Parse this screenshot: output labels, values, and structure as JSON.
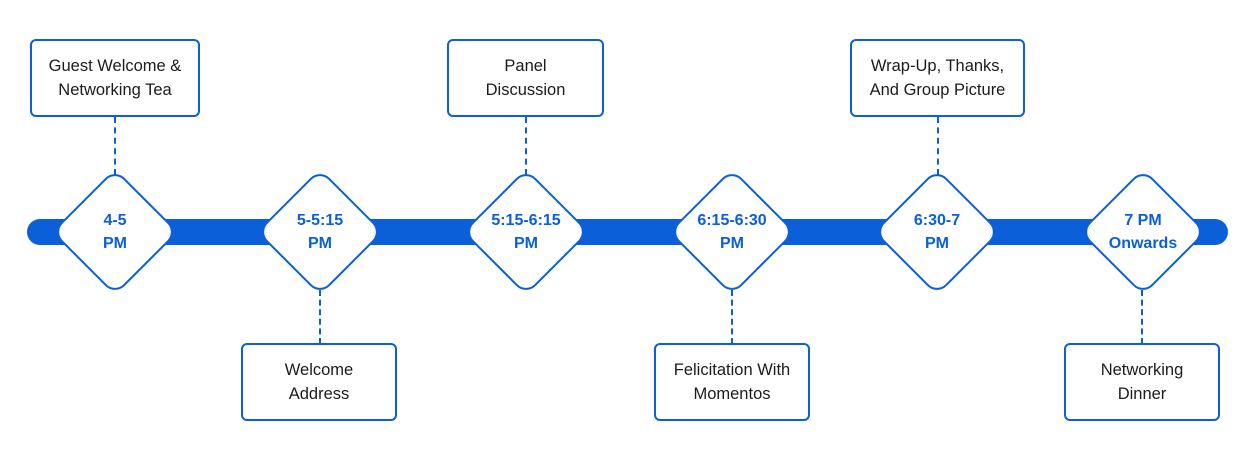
{
  "colors": {
    "accent": "#0b5fd8",
    "text": "#1b1b1b",
    "background": "#ffffff"
  },
  "milestones": [
    {
      "time": "4-5\nPM",
      "event": "Guest Welcome &\nNetworking Tea",
      "box_position": "above"
    },
    {
      "time": "5-5:15\nPM",
      "event": "Welcome\nAddress",
      "box_position": "below"
    },
    {
      "time": "5:15-6:15\nPM",
      "event": "Panel\nDiscussion",
      "box_position": "above"
    },
    {
      "time": "6:15-6:30\nPM",
      "event": "Felicitation With\nMomentos",
      "box_position": "below"
    },
    {
      "time": "6:30-7\nPM",
      "event": "Wrap-Up, Thanks,\nAnd Group Picture",
      "box_position": "above"
    },
    {
      "time": "7 PM\nOnwards",
      "event": "Networking\nDinner",
      "box_position": "below"
    }
  ]
}
